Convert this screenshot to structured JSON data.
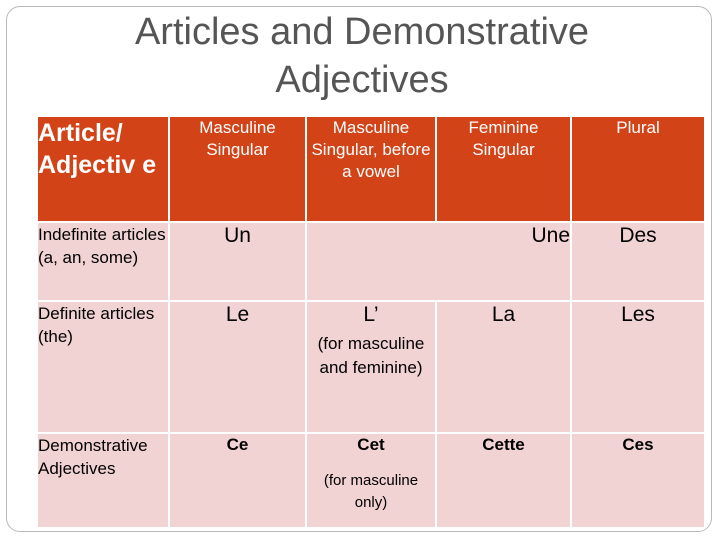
{
  "title": {
    "line1": "Articles and Demonstrative",
    "line2": "Adjectives"
  },
  "table": {
    "headers": [
      "Article/ Adjectiv e",
      "Masculine Singular",
      "Masculine Singular, before a vowel",
      "Feminine Singular",
      "Plural"
    ],
    "rows": [
      {
        "label": "Indefinite articles (a, an, some)",
        "masc": "Un",
        "fem": "Une",
        "plural": "Des"
      },
      {
        "label": "Definite articles (the)",
        "masc": "Le",
        "vowel": "L’",
        "vowel_note": "(for masculine and feminine)",
        "fem": "La",
        "plural": "Les"
      },
      {
        "label": "Demonstrative Adjectives",
        "masc": "Ce",
        "vowel": "Cet",
        "vowel_note": "(for masculine only)",
        "fem": "Cette",
        "plural": "Ces"
      }
    ]
  },
  "colors": {
    "header_bg": "#d24318",
    "row_bg": "#f2d3d3",
    "title_text": "#555555"
  }
}
